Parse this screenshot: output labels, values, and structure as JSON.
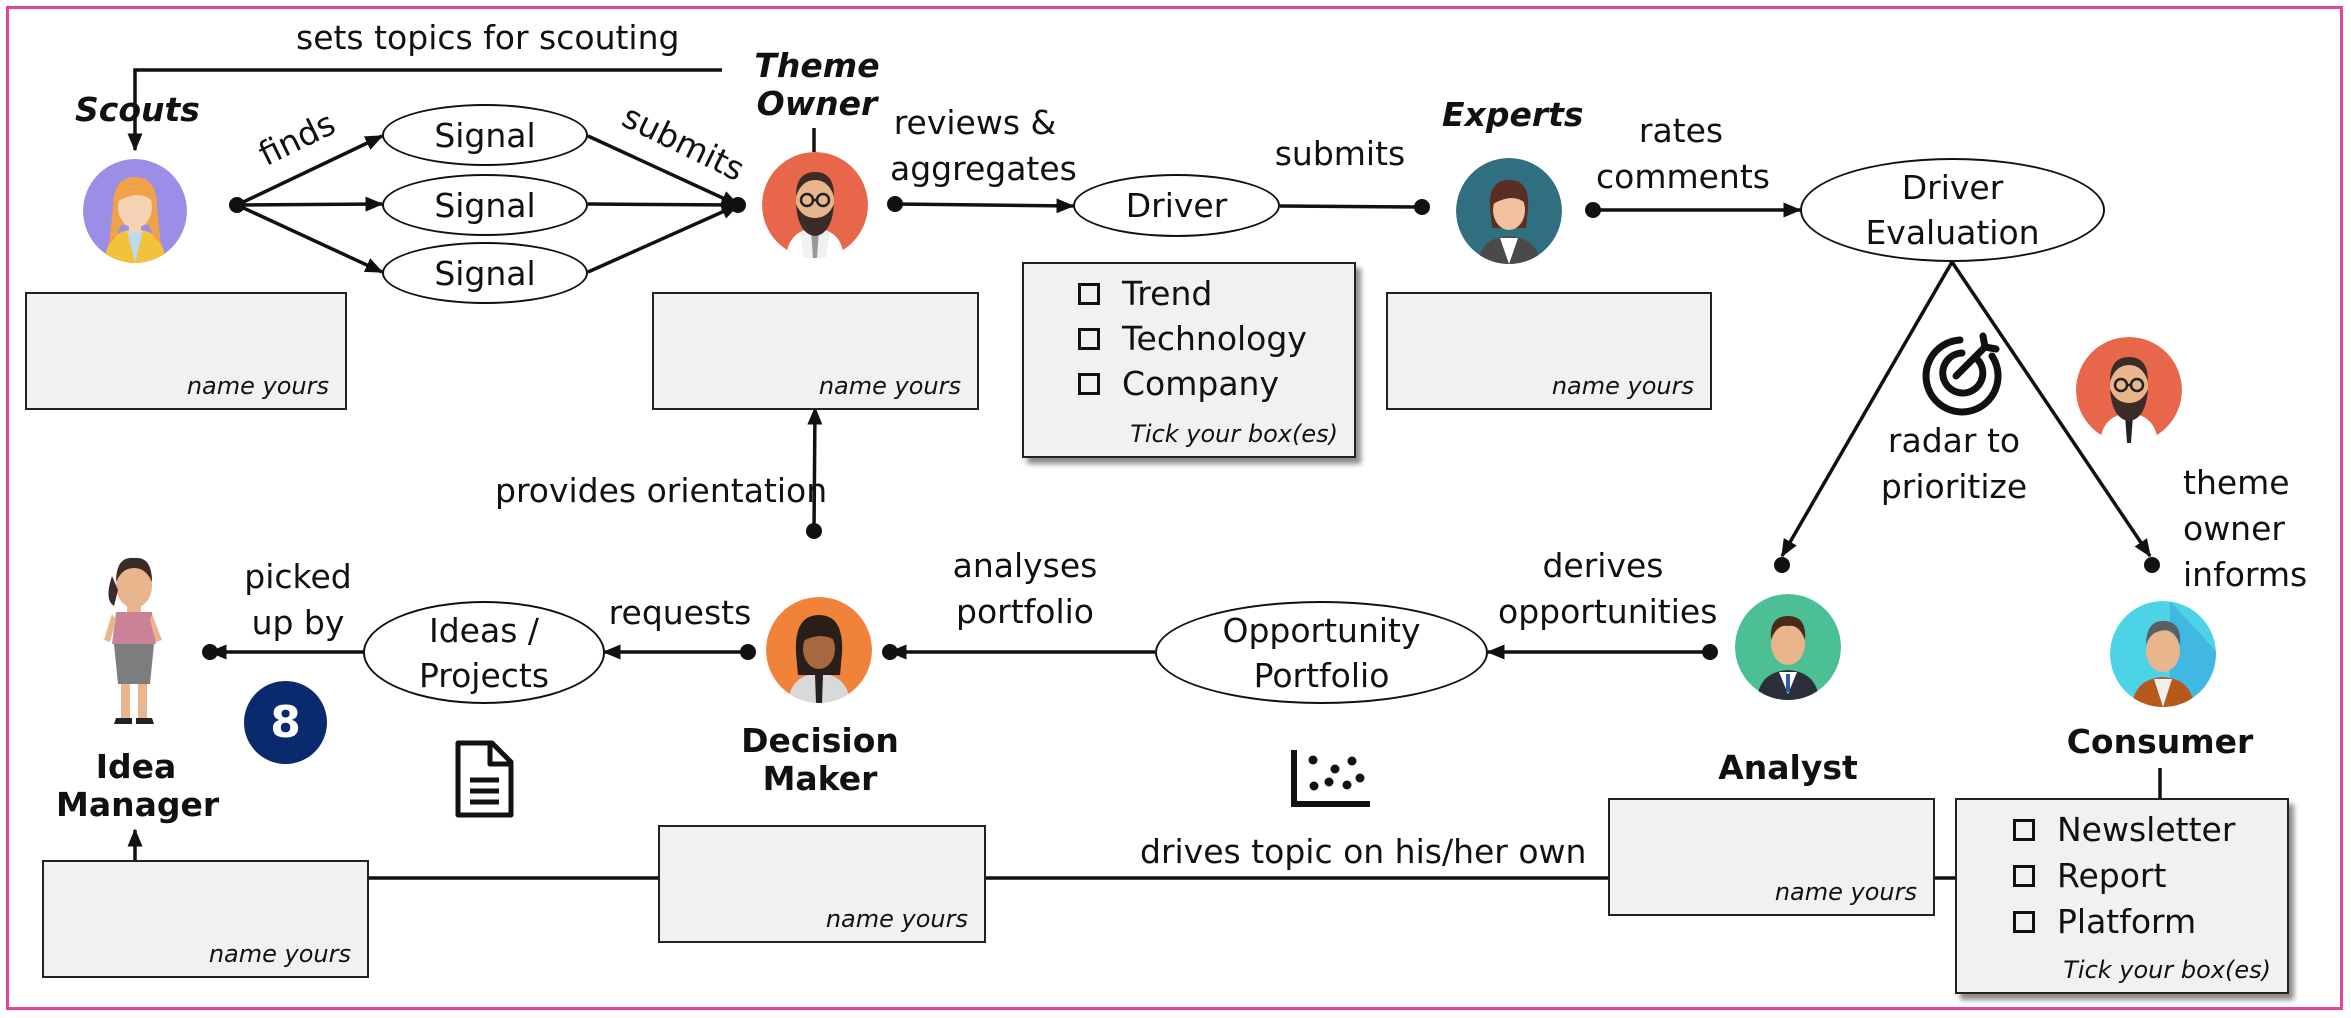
{
  "roles": {
    "scouts": "Scouts",
    "theme_owner": "Theme Owner",
    "experts": "Experts",
    "idea_manager": "Idea Manager",
    "decision_maker": "Decision Maker",
    "analyst": "Analyst",
    "consumer": "Consumer"
  },
  "nodes": {
    "signal_1": "Signal",
    "signal_2": "Signal",
    "signal_3": "Signal",
    "driver": "Driver",
    "driver_evaluation": "Driver Evaluation",
    "ideas_projects": "Ideas / Projects",
    "opportunity_portfolio": "Opportunity Portfolio"
  },
  "edges": {
    "sets_topics": "sets topics for scouting",
    "finds": "finds",
    "submits_signals": "submits",
    "reviews_aggregates": "reviews & aggregates",
    "submits_driver": "submits",
    "rates_comments": "rates comments",
    "radar": "radar to prioritize",
    "theme_owner_informs": "theme owner informs",
    "provides_orientation": "provides orientation",
    "derives_opportunities": "derives opportunities",
    "analyses_portfolio": "analyses portfolio",
    "requests": "requests",
    "picked_up_by": "picked up by",
    "drives_topic": "drives topic on his/her own"
  },
  "name_hint": "name yours",
  "tick_hint": "Tick your box(es)",
  "driver_types": [
    "Trend",
    "Technology",
    "Company"
  ],
  "consumer_channels": [
    "Newsletter",
    "Report",
    "Platform"
  ],
  "badge_number": "8",
  "colors": {
    "frame": "#e0459c",
    "badge": "#0a2a6e",
    "box_fill": "#f1f1f1",
    "scouts_avatar": "#9b8ee6",
    "theme_owner_avatar": "#e8674a",
    "experts_avatar": "#2f6f80",
    "decision_maker_avatar": "#f0823a",
    "analyst_avatar": "#4cbf94",
    "consumer_avatar": "#4cd3e6"
  },
  "icons": [
    "target-icon",
    "document-icon",
    "scatter-plot-icon",
    "idea-manager-figure-icon"
  ]
}
